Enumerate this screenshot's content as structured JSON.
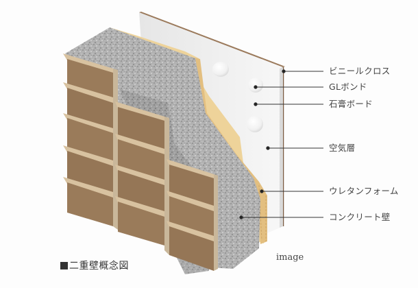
{
  "diagram": {
    "title": "二重壁概念図",
    "title_marker": "■",
    "image_note": "image",
    "labels": [
      {
        "id": "vinyl-cloth",
        "text": "ビニールクロス"
      },
      {
        "id": "gl-bond",
        "text": "GLボンド"
      },
      {
        "id": "gypsum-board",
        "text": "石膏ボード"
      },
      {
        "id": "air-layer",
        "text": "空気層"
      },
      {
        "id": "urethane-foam",
        "text": "ウレタンフォーム"
      },
      {
        "id": "concrete-wall",
        "text": "コンクリート壁"
      }
    ],
    "colors": {
      "background": "#fdfdfd",
      "brick": "#9a7b5a",
      "brick_top": "#d8c2a0",
      "mortar": "#d9cdb8",
      "concrete": "#a9a9a9",
      "foam": "#f0d49a",
      "board": "#f2f2f2",
      "board_edge": "#8a6a50",
      "leader": "#333333"
    }
  }
}
